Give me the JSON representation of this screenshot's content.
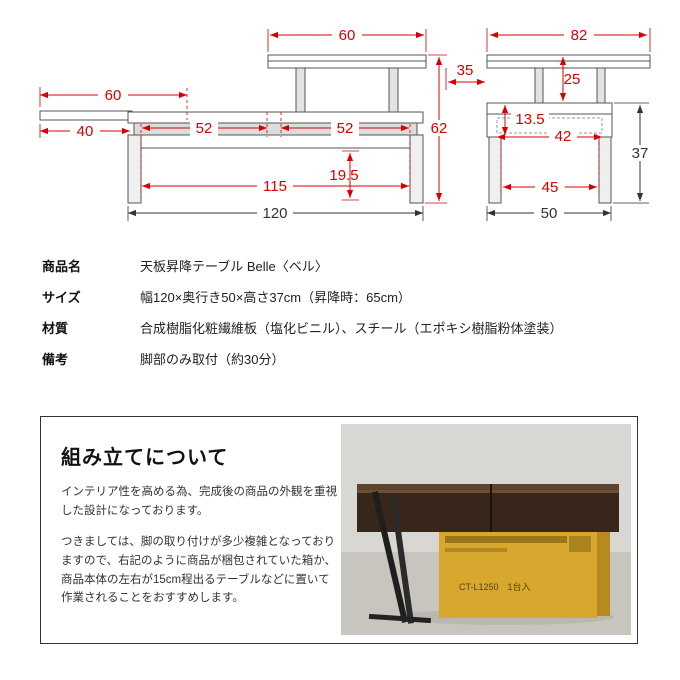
{
  "colors": {
    "dimension_red": "#d60000",
    "dimension_black": "#333333",
    "drawing_line": "#555555",
    "wood_brown": "#39261a",
    "box_yellow": "#d8a82e"
  },
  "diagram": {
    "front": {
      "top_width": "60",
      "shelf_width": "60",
      "shelf_overhang": "40",
      "span_left": "52",
      "span_right": "52",
      "raised_height": "62",
      "under_clearance": "19.5",
      "inner_width": "115",
      "total_width": "120"
    },
    "side": {
      "top_depth": "82",
      "front_overhang": "35",
      "lift_stroke": "25",
      "frame_height": "13.5",
      "inner_top_depth": "42",
      "inner_depth": "45",
      "total_depth": "50",
      "total_height": "37"
    }
  },
  "specs": {
    "rows": [
      {
        "label": "商品名",
        "value": "天板昇降テーブル Belle〈ベル〉"
      },
      {
        "label": "サイズ",
        "value": "幅120×奥行き50×高さ37cm（昇降時：65cm）"
      },
      {
        "label": "材質",
        "value": "合成樹脂化粧繊維板（塩化ビニル）、スチール（エポキシ樹脂粉体塗装）"
      },
      {
        "label": "備考",
        "value": "脚部のみ取付（約30分）"
      }
    ]
  },
  "assembly": {
    "title": "組み立てについて",
    "paragraphs": [
      "インテリア性を高める為、完成後の商品の外観を重視した設計になっております。",
      "つきましては、脚の取り付けが多少複雑となっておりますので、右記のように商品が梱包されていた箱か、商品本体の左右が15cm程出るテーブルなどに置いて作業されることをおすすめします。"
    ],
    "photo": {
      "box_label": "CT-L1250　1台入"
    }
  }
}
